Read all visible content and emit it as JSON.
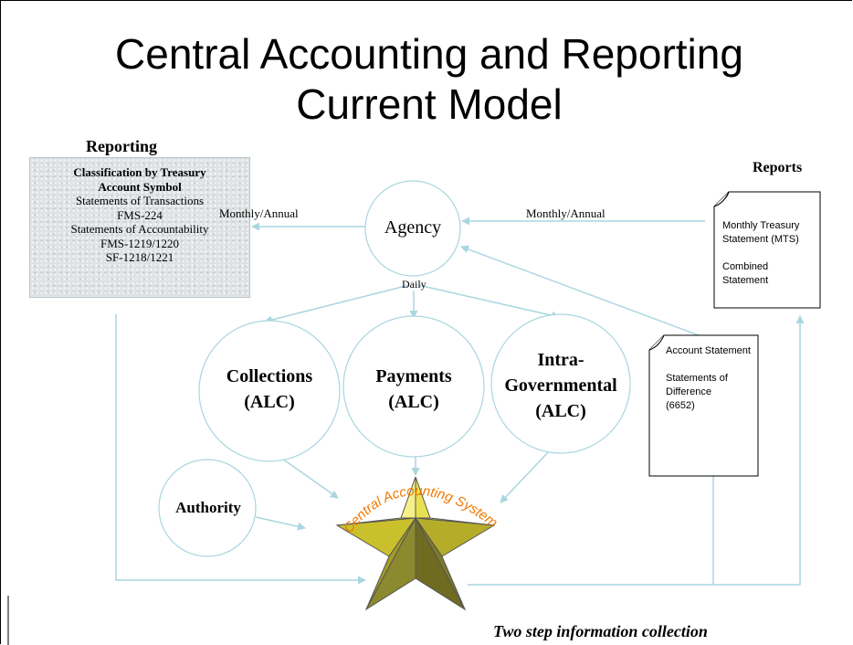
{
  "title": {
    "line1": "Central Accounting and Reporting",
    "line2": "Current Model"
  },
  "reporting": {
    "heading": "Reporting",
    "box_lines": [
      "Classification by Treasury",
      "Account Symbol",
      "Statements of Transactions",
      "FMS-224",
      "Statements of Accountability",
      "FMS-1219/1220",
      "SF-1218/1221"
    ]
  },
  "reports": {
    "heading": "Reports",
    "doc_lines": [
      "Monthly Treasury",
      "Statement (MTS)",
      "",
      "Combined",
      "Statement"
    ]
  },
  "account_doc": {
    "lines": [
      "Account Statement",
      "",
      "Statements of",
      "Difference",
      "(6652)"
    ]
  },
  "edges": {
    "left_label": "Monthly/Annual",
    "right_label": "Monthly/Annual",
    "daily_label": "Daily"
  },
  "nodes": {
    "agency": "Agency",
    "collections": [
      "Collections",
      "(ALC)"
    ],
    "payments": [
      "Payments",
      "(ALC)"
    ],
    "intra": [
      "Intra-",
      "Governmental",
      "(ALC)"
    ],
    "authority": "Authority",
    "central": "Central Accounting System"
  },
  "footer": "Two step information collection",
  "colors": {
    "line": "#a9d6e0",
    "circle": "#a9d6e0",
    "star_light": "#f5f08a",
    "star_mid": "#e6dd3a",
    "star_dark": "#8c8a2e",
    "arc_text": "#f07800"
  }
}
